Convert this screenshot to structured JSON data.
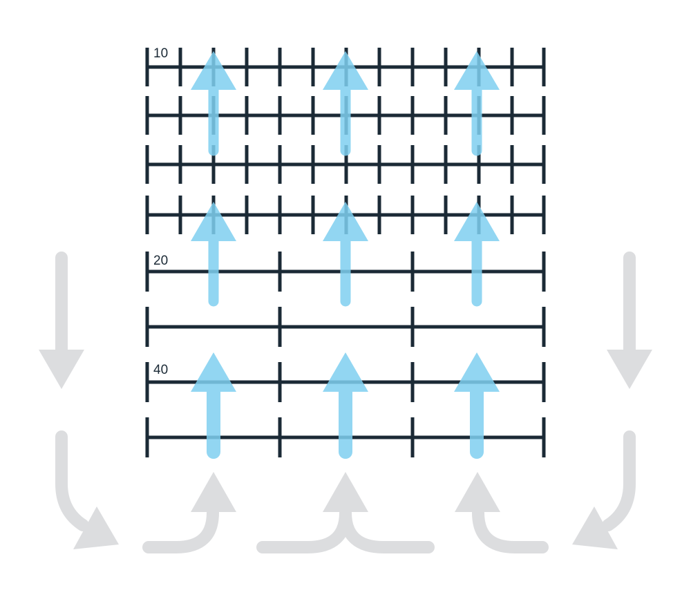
{
  "colors": {
    "grid": "#1b2a36",
    "upflow_arrows": "#7fd0f0",
    "circulation_arrows": "#dcdddf",
    "background": "#ffffff"
  },
  "levels": [
    {
      "label": "10"
    },
    {
      "label": "20"
    },
    {
      "label": "40"
    }
  ],
  "icons": {
    "up_arrow": "arrow-up-icon",
    "down_arrow": "arrow-down-icon",
    "curved_arrow": "curved-arrow-icon"
  }
}
